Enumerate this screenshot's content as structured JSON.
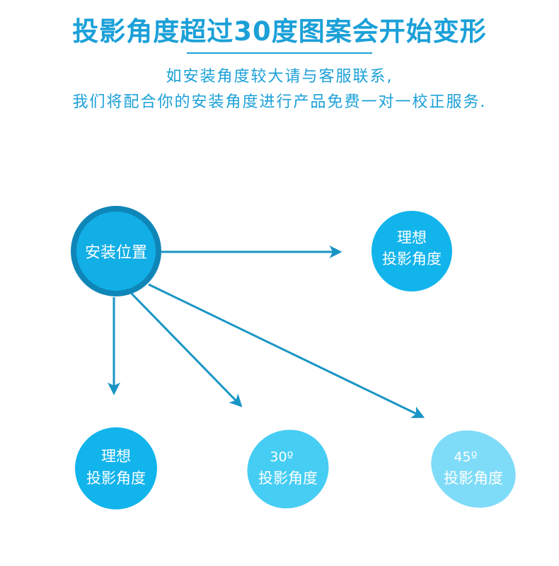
{
  "header": {
    "title": "投影角度超过30度图案会开始变形",
    "subtitle_line1": "如安装角度较大请与客服联系,",
    "subtitle_line2": "我们将配合你的安装角度进行产品免费一对一校正服务."
  },
  "diagram": {
    "source": {
      "label": "安装位置",
      "fill": "#12aee6",
      "ring": "#0f86b8"
    },
    "ideal_right": {
      "line1": "理想",
      "line2": "投影角度",
      "fill": "#12b4ec"
    },
    "ideal_bottom": {
      "line1": "理想",
      "line2": "投影角度",
      "fill": "#12b4ec"
    },
    "angle_30": {
      "line1": "30º",
      "line2": "投影角度",
      "fill": "#45cdf4"
    },
    "angle_45": {
      "line1": "45º",
      "line2": "投影角度",
      "fill": "#7fdcf8"
    },
    "arrow_color": "#1995c4"
  }
}
